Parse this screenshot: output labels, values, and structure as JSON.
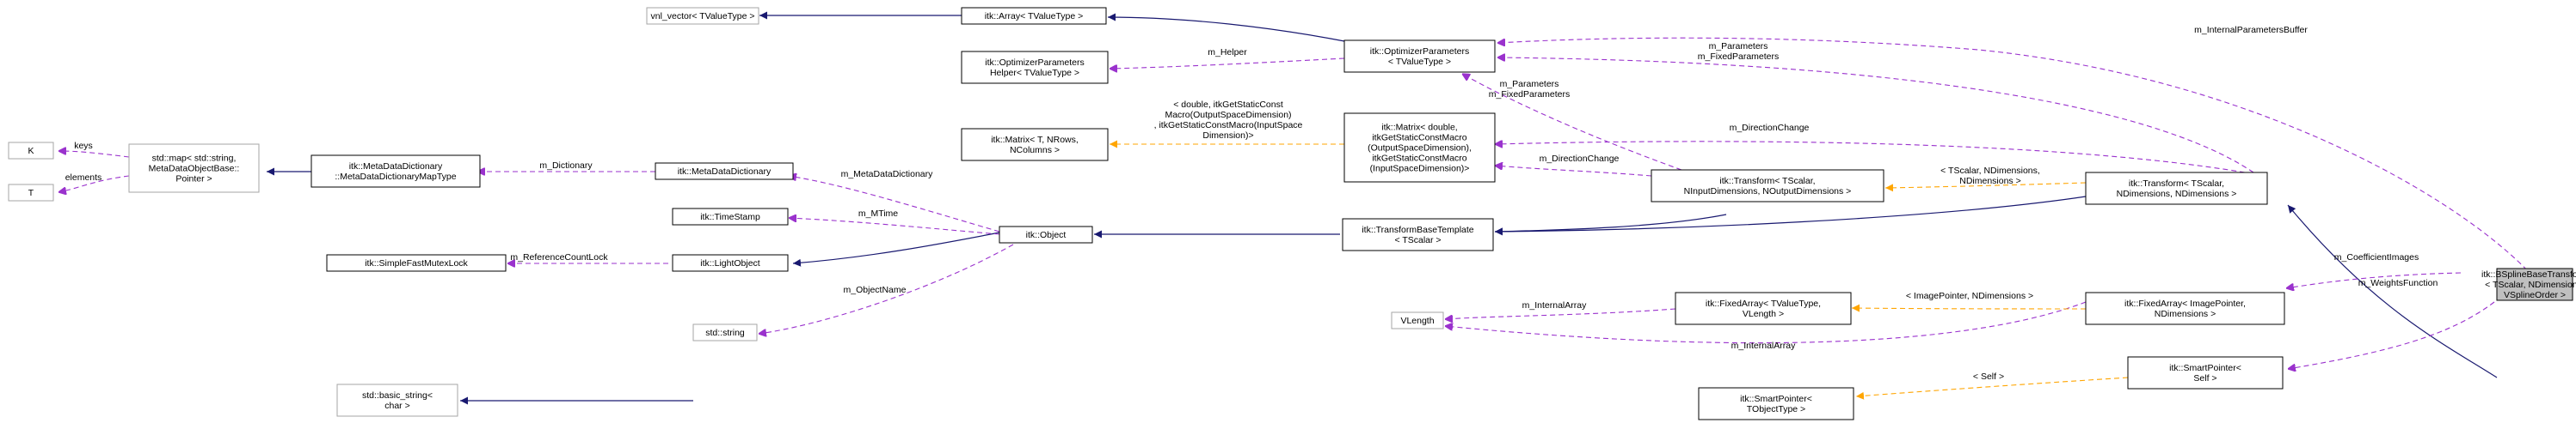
{
  "nodes": {
    "bspline": {
      "lines": [
        "itk::BSplineBaseTransform",
        "< TScalar, NDimensions,",
        "VSplineOrder >"
      ],
      "style": "focus"
    },
    "transform": {
      "lines": [
        "itk::Transform< TScalar,",
        "NDimensions, NDimensions >"
      ],
      "style": "normal"
    },
    "tbt_scalar": {
      "lines": [
        "itk::TransformBaseTemplate",
        "< TScalar >"
      ],
      "style": "normal"
    },
    "object": {
      "lines": [
        "itk::Object"
      ],
      "style": "normal"
    },
    "lightobject": {
      "lines": [
        "itk::LightObject"
      ],
      "style": "normal"
    },
    "mutexlock": {
      "lines": [
        "itk::SimpleFastMutexLock"
      ],
      "style": "normal"
    },
    "timestamp": {
      "lines": [
        "itk::TimeStamp"
      ],
      "style": "normal"
    },
    "metadict": {
      "lines": [
        "itk::MetaDataDictionary"
      ],
      "style": "normal"
    },
    "metadictmap": {
      "lines": [
        "itk::MetaDataDictionary",
        "::MetaDataDictionaryMapType"
      ],
      "style": "normal"
    },
    "stdmap": {
      "lines": [
        "std::map< std::string,",
        "MetaDataObjectBase::",
        "Pointer >"
      ],
      "style": "grey"
    },
    "k": {
      "lines": [
        "K"
      ],
      "style": "grey"
    },
    "t": {
      "lines": [
        "T"
      ],
      "style": "grey"
    },
    "stdstring": {
      "lines": [
        "std::string"
      ],
      "style": "grey"
    },
    "basicstring": {
      "lines": [
        "std::basic_string<",
        "char >"
      ],
      "style": "grey"
    },
    "optparams": {
      "lines": [
        "itk::OptimizerParameters",
        "< TValueType >"
      ],
      "style": "normal"
    },
    "array": {
      "lines": [
        "itk::Array< TValueType >"
      ],
      "style": "normal"
    },
    "vnlvector": {
      "lines": [
        "vnl_vector< TValueType >"
      ],
      "style": "grey"
    },
    "opthelper": {
      "lines": [
        "itk::OptimizerParameters",
        "Helper< TValueType >"
      ],
      "style": "normal"
    },
    "matrix_t": {
      "lines": [
        "itk::Matrix< T, NRows,",
        "NColumns >"
      ],
      "style": "normal"
    },
    "matrix_d": {
      "lines": [
        "itk::Matrix< double,",
        "itkGetStaticConstMacro",
        "(OutputSpaceDimension),",
        "itkGetStaticConstMacro",
        "(InputSpaceDimension)>"
      ],
      "style": "normal"
    },
    "transform_gen": {
      "lines": [
        "itk::Transform< TScalar,",
        "NInputDimensions, NOutputDimensions >"
      ],
      "style": "normal"
    },
    "fixedarray_img": {
      "lines": [
        "itk::FixedArray< ImagePointer,",
        "NDimensions >"
      ],
      "style": "normal"
    },
    "fixedarray_t": {
      "lines": [
        "itk::FixedArray< TValueType,",
        "VLength >"
      ],
      "style": "normal"
    },
    "vlength": {
      "lines": [
        "VLength"
      ],
      "style": "grey"
    },
    "smartptr_self": {
      "lines": [
        "itk::SmartPointer<",
        "Self >"
      ],
      "style": "normal"
    },
    "smartptr_t": {
      "lines": [
        "itk::SmartPointer<",
        "TObjectType >"
      ],
      "style": "normal"
    }
  },
  "edge_labels": {
    "internal_params_buffer": "m_InternalParametersBuffer",
    "params_fixed_top": [
      "m_Parameters",
      "m_FixedParameters"
    ],
    "helper": "m_Helper",
    "params_fixed_mid": [
      "m_Parameters",
      "m_FixedParameters"
    ],
    "tmpl_matrix": [
      "< double, itkGetStaticConst",
      "Macro(OutputSpaceDimension)",
      ", itkGetStaticConstMacro(InputSpace",
      "Dimension)>"
    ],
    "direction_change_top": "m_DirectionChange",
    "direction_change_mid": "m_DirectionChange",
    "tmpl_transform": [
      "< TScalar, NDimensions,",
      "NDimensions >"
    ],
    "coefficient_images": "m_CoefficientImages",
    "weights_function": "m_WeightsFunction",
    "tmpl_fixedarray": "< ImagePointer, NDimensions >",
    "internal_array_top": "m_InternalArray",
    "internal_array_bottom": "m_InternalArray",
    "tmpl_self": "< Self >",
    "dictionary": "m_Dictionary",
    "meta_data_dictionary": "m_MetaDataDictionary",
    "mtime": "m_MTime",
    "reference_count_lock": "m_ReferenceCountLock",
    "object_name": "m_ObjectName",
    "keys": "keys",
    "elements": "elements"
  },
  "colors": {
    "inheritance": "#191970",
    "usage": "#9a32cd",
    "template": "#ffa500",
    "focus_fill": "#bfbfbf",
    "grey_border": "#a6a6a6"
  }
}
